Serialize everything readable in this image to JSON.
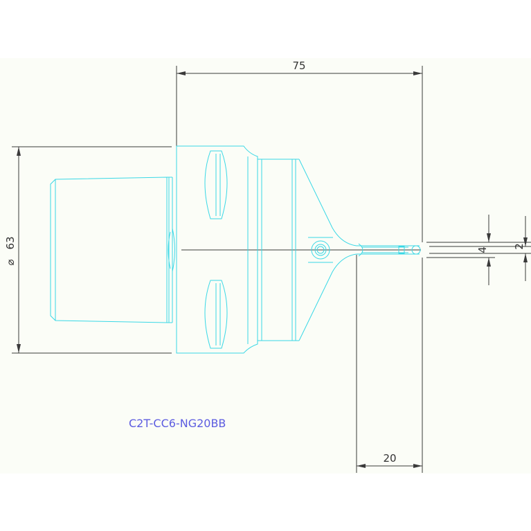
{
  "drawing": {
    "colors": {
      "sheet_background": "#fbfdf7",
      "outline": "#39d8e6",
      "dimension": "#3a3a3a",
      "model_label": "#5c5ce0"
    },
    "dimensions": {
      "overall_length": "75",
      "diameter_symbol": "⌀",
      "diameter_value": "63",
      "tip_offset": "20",
      "width_outer": "4",
      "width_inner": "2"
    },
    "model_number": "C2T-CC6-NG20BB"
  }
}
